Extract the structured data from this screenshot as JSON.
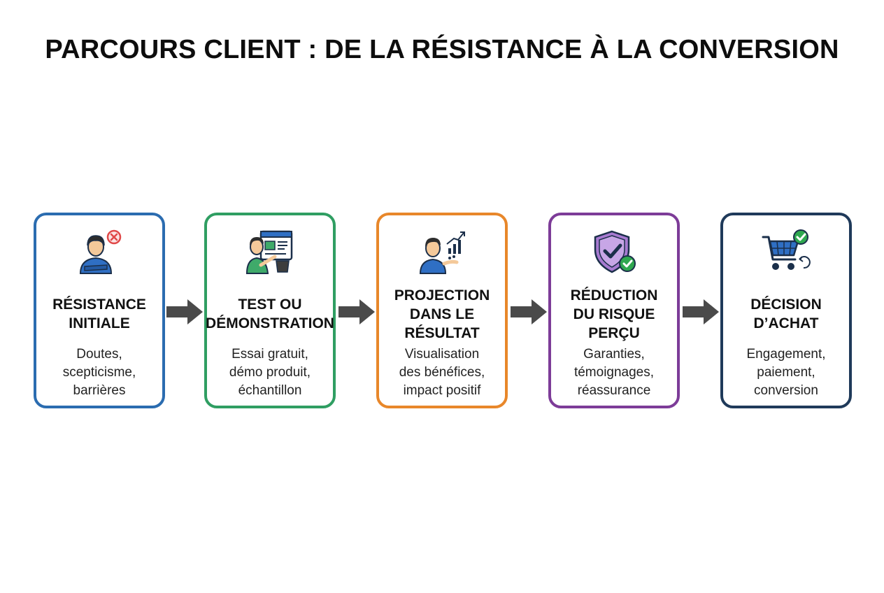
{
  "title": "PARCOURS CLIENT : DE LA RÉSISTANCE À LA CONVERSION",
  "steps": [
    {
      "heading": "RÉSISTANCE\nINITIALE",
      "description": "Doutes,\nscepticisme,\nbarrières",
      "color": "#2b6cb0",
      "icon": "person-crossed-arms-icon"
    },
    {
      "heading": "TEST OU\nDÉMONSTRATION",
      "description": "Essai gratuit,\ndémo produit,\néchantillon",
      "color": "#2f9e62",
      "icon": "person-at-screen-icon"
    },
    {
      "heading": "PROJECTION\nDANS LE\nRÉSULTAT",
      "description": "Visualisation\ndes bénéfices,\nimpact positif",
      "color": "#e8872a",
      "icon": "person-growth-chart-icon"
    },
    {
      "heading": "RÉDUCTION\nDU RISQUE\nPERÇU",
      "description": "Garanties,\ntémoignages,\nréassurance",
      "color": "#7d3c98",
      "icon": "shield-check-icon"
    },
    {
      "heading": "DÉCISION\nD’ACHAT",
      "description": "Engagement,\npaiement,\nconversion",
      "color": "#1f3a5a",
      "icon": "shopping-cart-check-icon"
    }
  ],
  "colors": {
    "arrow": "#4a4a4a",
    "skin": "#f4c99a",
    "hair": "#2d2d2d",
    "blue_shirt": "#2f6fc4",
    "green_shirt": "#3faa6a",
    "check_green": "#2fa84f",
    "cross_red": "#e04848"
  }
}
